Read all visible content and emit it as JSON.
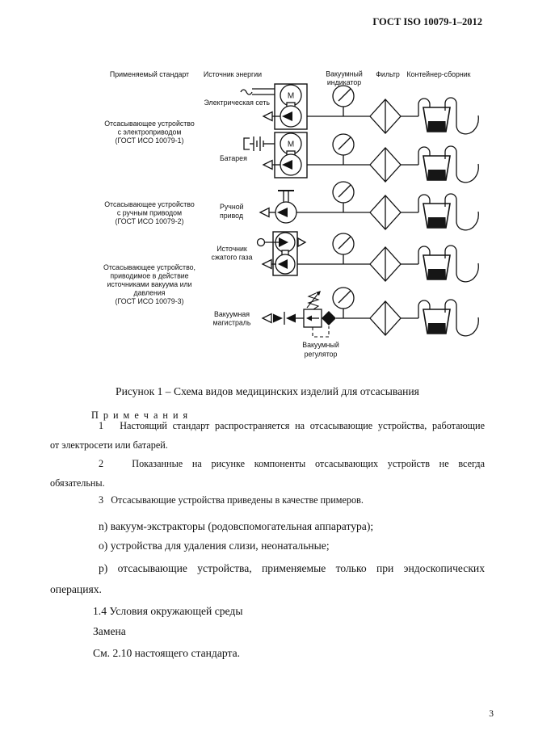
{
  "page": {
    "header_code": "ГОСТ ISO 10079-1–2012",
    "page_number": "3"
  },
  "diagram": {
    "columns": {
      "standard": "Применяемый стандарт",
      "energy": "Источник энергии",
      "vacuum1": "Вакуумный",
      "vacuum2": "индикатор",
      "filter": "Фильтр",
      "container": "Контейнер-сборник"
    },
    "motor_letter": "M",
    "left_labels": {
      "electric": [
        "Отсасывающее устройство",
        "с электроприводом",
        "(ГОСТ ИСО 10079-1)"
      ],
      "manual": [
        "Отсасывающее устройство",
        "с ручным приводом",
        "(ГОСТ ИСО 10079-2)"
      ],
      "pressure": [
        "Отсасывающее устройство,",
        "приводимое в действие",
        "источниками вакуума или",
        "давления",
        "(ГОСТ ИСО 10079-3)"
      ]
    },
    "sources": {
      "mains": "Электрическая сеть",
      "battery": "Батарея",
      "manual": [
        "Ручной",
        "привод"
      ],
      "gas": [
        "Источник",
        "сжатого газа"
      ],
      "vacuum_line": [
        "Вакуумная",
        "магистраль"
      ]
    },
    "regulator": [
      "Вакуумный",
      "регулятор"
    ]
  },
  "figure": {
    "caption": "Рисунок 1 – Схема видов медицинских изделий для отсасывания"
  },
  "notes": {
    "heading": "П р и м е ч а н и я",
    "items": [
      {
        "lines": [
          "1   Настоящий стандарт распространяется на отсасывающие устройства, работающие",
          "от электросети или батарей."
        ]
      },
      {
        "lines": [
          "2   Показанные на рисунке компоненты отсасывающих устройств не всегда",
          "обязательны."
        ]
      },
      {
        "lines": [
          "3   Отсасывающие устройства приведены в качестве примеров."
        ]
      }
    ]
  },
  "list": {
    "n": "n) вакуум-экстракторы (родовспомогательная аппаратура);",
    "o": "o) устройства для удаления слизи, неонатальные;",
    "p_lines": [
      "p) отсасывающие устройства, применяемые только при эндоскопических",
      "операциях."
    ]
  },
  "section": {
    "heading": "1.4 Условия окружающей среды",
    "replace": "Замена",
    "see": "См. 2.10 настоящего стандарта."
  }
}
